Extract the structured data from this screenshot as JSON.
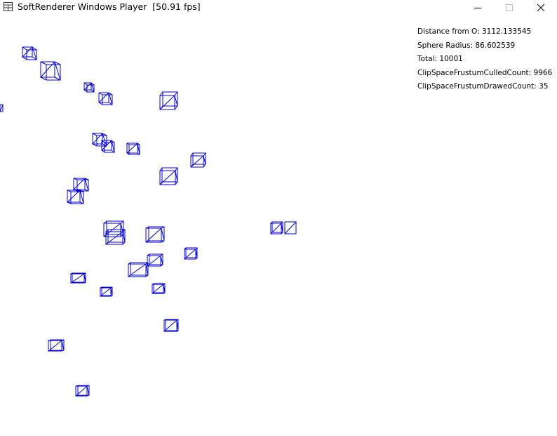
{
  "window": {
    "title": "SoftRenderer Windows Player  [50.91 fps]",
    "icon": "grid-window-icon",
    "controls": {
      "minimize_icon": "minimize-icon",
      "maximize_icon": "maximize-icon",
      "close_icon": "close-icon"
    }
  },
  "stats": [
    {
      "label": "Distance from O: 3112.133545"
    },
    {
      "label": "Sphere Radius: 86.602539"
    },
    {
      "label": "Total: 10001"
    },
    {
      "label": "ClipSpaceFrustumCulledCount: 9966"
    },
    {
      "label": "ClipSpaceFrustumDrawedCount: 35"
    }
  ],
  "colors": {
    "wireframe": "#0000cc",
    "background": "#ffffff",
    "text": "#000000"
  }
}
